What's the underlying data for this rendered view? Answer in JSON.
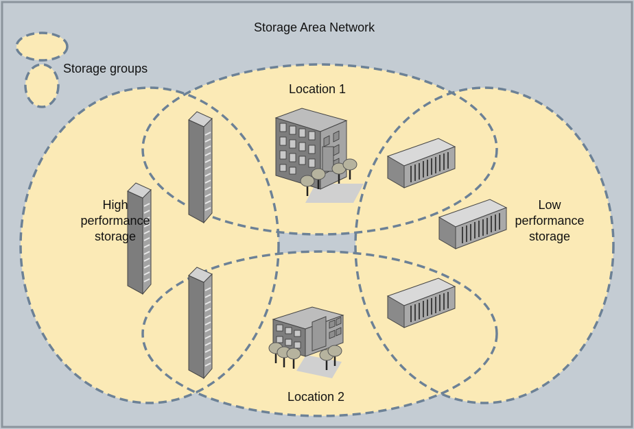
{
  "diagram": {
    "title": "Storage Area Network",
    "legend": {
      "label": "Storage groups"
    },
    "locations": [
      {
        "label": "Location 1"
      },
      {
        "label": "Location 2"
      }
    ],
    "tiers": {
      "high": {
        "lines": [
          "High",
          "performance",
          "storage"
        ]
      },
      "low": {
        "lines": [
          "Low",
          "performance",
          "storage"
        ]
      }
    },
    "colors": {
      "background": "#c4ccd3",
      "frame": "#8a949c",
      "group_fill": "#fbeab6",
      "dashed_stroke": "#6c8196",
      "device_dark": "#5e5e5e",
      "device_mid": "#8f8f8f",
      "device_light": "#d6d6d6",
      "building_wall": "#8c8c8c",
      "tree_foliage": "#b3b09a"
    },
    "icons": [
      "tower-server-icon",
      "rack-storage-icon",
      "office-building-icon",
      "tree-icon"
    ]
  }
}
